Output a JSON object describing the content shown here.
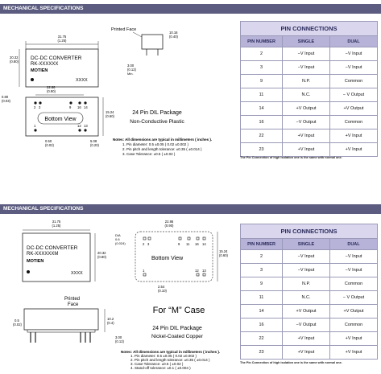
{
  "top": {
    "header": "MECHANICAL SPECIFICATIONS",
    "module_line1": "DC-DC CONVERTER",
    "module_line2": "RK-XXXXXX",
    "module_brand": "MOTIEN",
    "module_code": "XXXX",
    "dim_width": "31.75",
    "dim_width_in": "(1.25)",
    "dim_height": "20.32",
    "dim_height_in": "(0.80)",
    "dim_pitch": "22.86",
    "dim_pitch_in": "(0.90)",
    "dim_body_h": "15.24",
    "dim_body_h_in": "(0.60)",
    "dim_pin_len": "3.00",
    "dim_pin_len_in": "(0.12)",
    "dim_pin_len_suffix": "Min.",
    "dim_side_h": "10.16",
    "dim_side_h_in": "(0.40)",
    "dim_offset": "0.80",
    "dim_offset_in": "(0.03)",
    "dim_b1": "0.50",
    "dim_b1_in": "(0.02)",
    "dim_b2": "5.08",
    "dim_b2_in": "(0.20)",
    "printed_face": "Printed Face",
    "bottom_view": "Bottom View",
    "pin_labels_top": [
      "2",
      "3",
      "9",
      "16",
      "14"
    ],
    "pin_labels_bottom": [
      "1",
      "12",
      "13"
    ],
    "caption_line1": "24 Pin DIL Package",
    "caption_line2": "Non-Conductive Plastic",
    "notes": [
      "Notes: All dimensions are typical in millimeters ( inches ).",
      "1. Pin diameter: 0.5 ±0.05 ( 0.02 ±0.002 )",
      "2. Pin pitch and length tolerance: ±0.35 ( ±0.014 )",
      "3. Case Tolerance: ±0.5 ( ±0.02 )"
    ]
  },
  "bottom": {
    "header": "MECHANICAL SPECIFICATIONS",
    "module_line1": "DC-DC CONVERTER",
    "module_line2": "RK-XXXXXXM",
    "module_brand": "MOTIEN",
    "module_code": "XXXX",
    "dim_width": "31.75",
    "dim_width_in": "(1.25)",
    "dim_height": "20.32",
    "dim_height_in": "(0.80)",
    "dim_pitch": "22.86",
    "dim_pitch_in": "(0.90)",
    "dim_body_h": "15.24",
    "dim_body_h_in": "(0.60)",
    "dim_offset": "2.54",
    "dim_offset_in": "(0.10)",
    "dim_dia": "DIA",
    "dim_dia_val": "0.6",
    "dim_dia_in": "(0.024)",
    "dim_small": "2.54",
    "dim_small_in": "(0.10)",
    "dim_left": "0.5",
    "dim_left_in": "(0.02)",
    "dim_side_h": "10.2",
    "dim_side_h_in": "(0.4)",
    "dim_pin_len": "3.00",
    "dim_pin_len_in": "(0.12)",
    "printed_face_1": "Printed",
    "printed_face_2": "Face",
    "bottom_view": "Bottom View",
    "pin_labels_top": [
      "2",
      "3",
      "9",
      "11",
      "16",
      "14"
    ],
    "pin_labels_bottom": [
      "1",
      "12",
      "13"
    ],
    "m_case": "For “M” Case",
    "caption_line1": "24 Pin DIL Package",
    "caption_line2": "Nickel-Coated Copper",
    "notes": [
      "Notes: All dimensions are typical in millimeters ( inches ).",
      "1. Pin diameter: 0.5 ±0.05 ( 0.02 ±0.002 )",
      "2. Pin pitch and length tolerance: ±0.35 ( ±0.014 )",
      "3. Case Tolerance: ±0.5 ( ±0.02 )",
      "4. Stand-off tolerance: ±0.1 ( ±0.004 )"
    ]
  },
  "pin_table": {
    "title": "PIN CONNECTIONS",
    "columns": [
      "PIN NUMBER",
      "SINGLE",
      "DUAL"
    ],
    "rows": [
      [
        "2",
        "−V Input",
        "−V Input"
      ],
      [
        "3",
        "−V Input",
        "−V Input"
      ],
      [
        "9",
        "N.P.",
        "Common"
      ],
      [
        "11",
        "N.C.",
        "− V Output"
      ],
      [
        "14",
        "+V Output",
        "+V Output"
      ],
      [
        "16",
        "−V Output",
        "Common"
      ],
      [
        "22",
        "+V Input",
        "+V Input"
      ],
      [
        "23",
        "+V Input",
        "+V Input"
      ]
    ],
    "note": "The Pin Connection of high isolation one is the same with normal one."
  },
  "colors": {
    "header_bg": "#5c5c80",
    "table_title_bg": "#d9d6ee",
    "table_col_bg": "#b7b3d8",
    "table_border": "#9a9ab8"
  }
}
